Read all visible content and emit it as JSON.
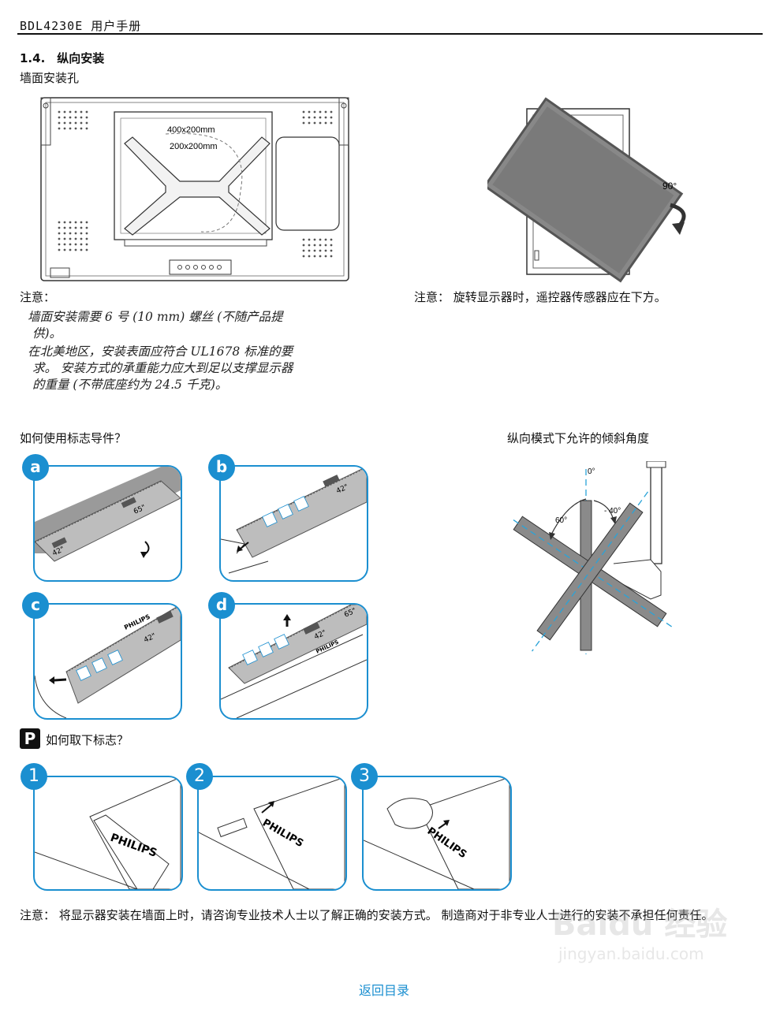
{
  "header": {
    "title": "BDL4230E 用户手册"
  },
  "section": {
    "title": "1.4.　纵向安装",
    "subtitle": "墙面安装孔"
  },
  "diagram_back": {
    "label_400": "400x200mm",
    "label_200": "200x200mm"
  },
  "rotate": {
    "angle_label": "90°"
  },
  "note_left": {
    "label": "注意：",
    "lines": [
      "墙面安装需要 6 号 (10 mm) 螺丝 (不随产品提",
      "供)。",
      "在北美地区，安装表面应符合 UL1678 标准的要",
      "求。 安装方式的承重能力应大到足以支撑显示器",
      "的重量 (不带底座约为 24.5 千克)。"
    ]
  },
  "note_right": {
    "text": "注意：  旋转显示器时，遥控器传感器应在下方。"
  },
  "guide": {
    "title": "如何使用标志导件？",
    "badges": [
      "a",
      "b",
      "c",
      "d"
    ],
    "label_42": "42\"",
    "label_65": "65\"",
    "brand": "PHILIPS"
  },
  "tilt": {
    "title": "纵向模式下允许的倾斜角度",
    "angle_0": "0°",
    "angle_60": "60°",
    "angle_40": "- 40°"
  },
  "remove": {
    "icon_letter": "P",
    "title": "如何取下标志？",
    "badges": [
      "1",
      "2",
      "3"
    ],
    "brand": "PHILIPS"
  },
  "footer": {
    "note": "注意：  将显示器安装在墙面上时，请咨询专业技术人士以了解正确的安装方式。 制造商对于非专业人士进行的安装不承担任何责任。",
    "back_link": "返回目录"
  },
  "watermark": {
    "brand": "Baidu 经验",
    "url": "jingyan.baidu.com"
  }
}
